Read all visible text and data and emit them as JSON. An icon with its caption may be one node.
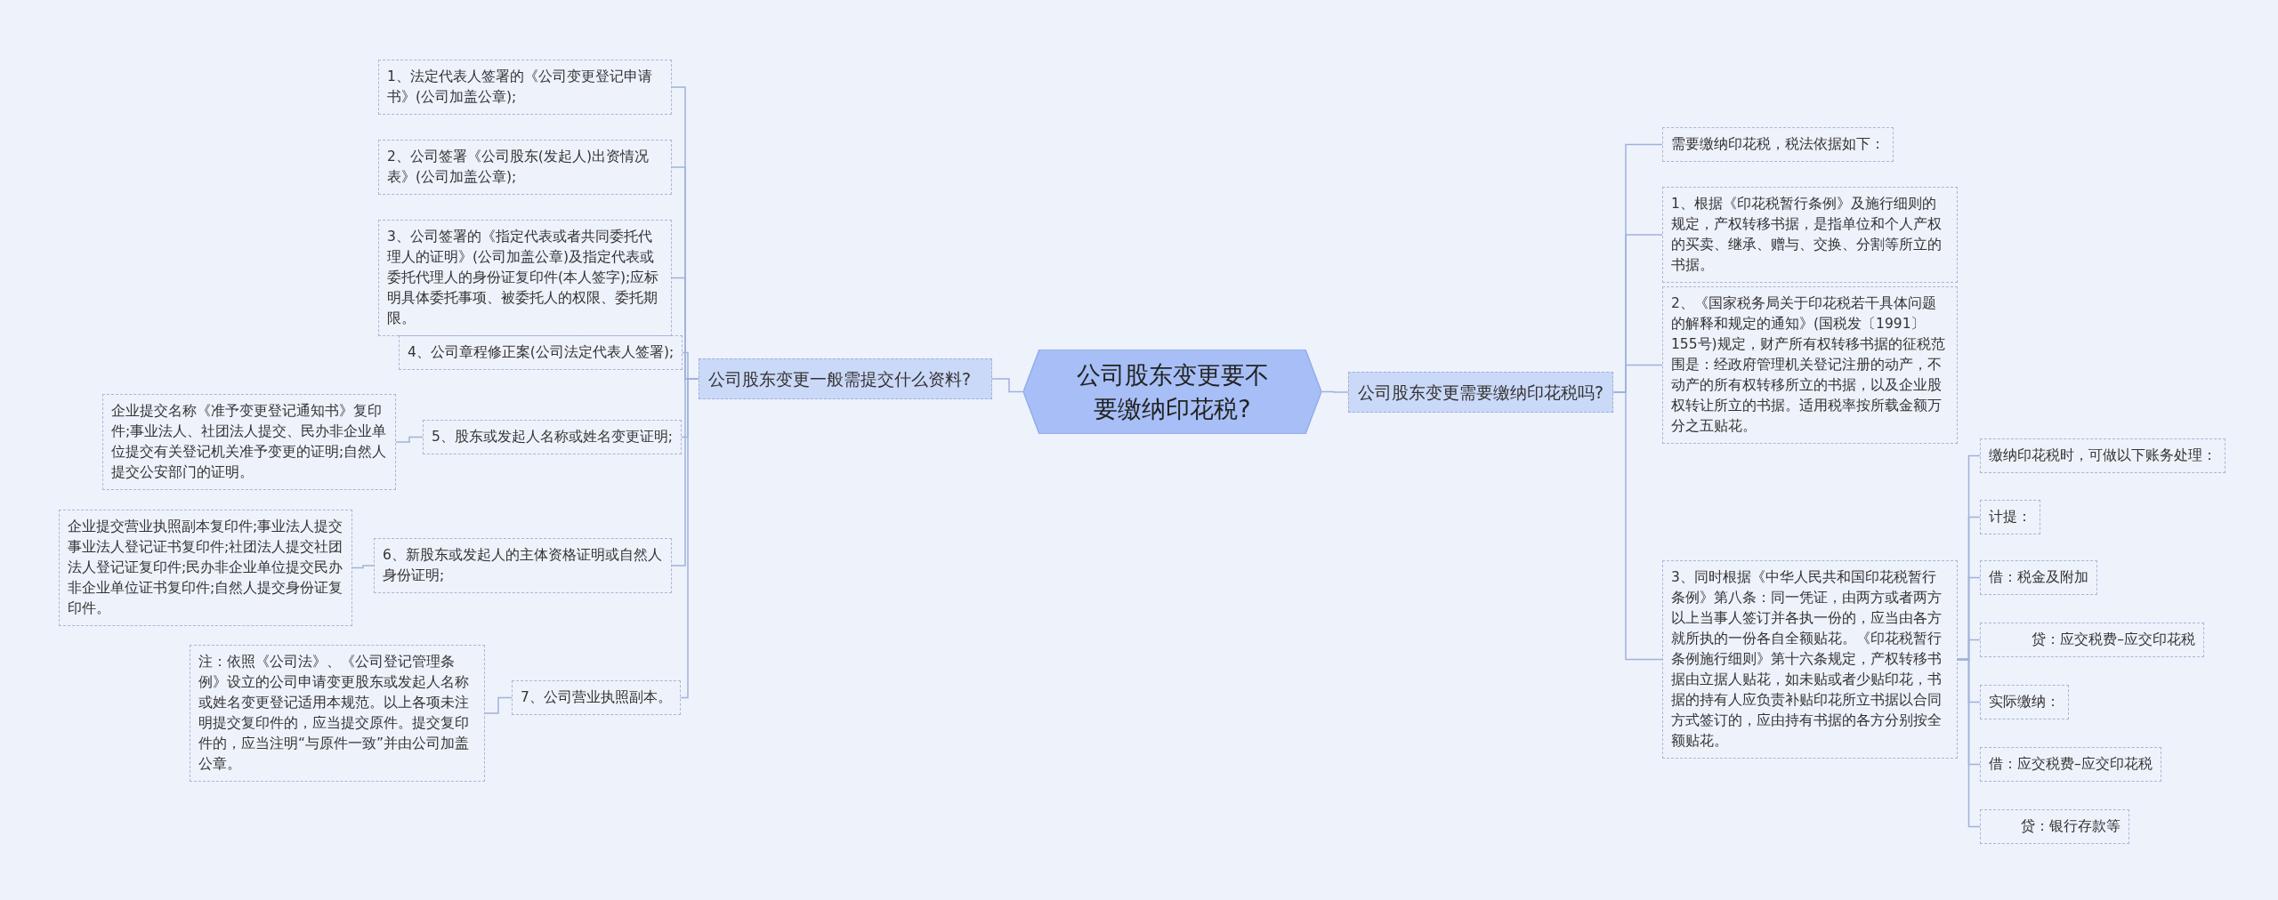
{
  "diagram": {
    "nodes": [
      {
        "text": [
          "公司股东变更要不要缴纳印花税?"
        ]
      },
      {
        "text": [
          "公司股东变更一般需提交什么资料?"
        ]
      },
      {
        "text": [
          "1、法定代表人签署的《公司变更登记申请书》(公司加盖公章);"
        ]
      },
      {
        "text": [
          "2、公司签署《公司股东(发起人)出资情况表》(公司加盖公章);"
        ]
      },
      {
        "text": [
          "3、公司签署的《指定代表或者共同委托代理人的证明》(公司加盖公章)及指定代表或委托代理人的身份证复印件(本人签字);应标明具体委托事项、被委托人的权限、委托期限。"
        ]
      },
      {
        "text": [
          "4、公司章程修正案(公司法定代表人签署);"
        ]
      },
      {
        "text": [
          "5、股东或发起人名称或姓名变更证明;"
        ]
      },
      {
        "text": [
          "6、新股东或发起人的主体资格证明或自然人身份证明;"
        ]
      },
      {
        "text": [
          "7、公司营业执照副本。"
        ]
      },
      {
        "text": [
          "企业提交名称《准予变更登记通知书》复印件;事业法人、社团法人提交、民办非企业单位提交有关登记机关准予变更的证明;自然人提交公安部门的证明。"
        ]
      },
      {
        "text": [
          "企业提交营业执照副本复印件;事业法人提交事业法人登记证书复印件;社团法人提交社团法人登记证复印件;民办非企业单位提交民办非企业单位证书复印件;自然人提交身份证复印件。"
        ]
      },
      {
        "text": [
          "注：依照《公司法》、《公司登记管理条例》设立的公司申请变更股东或发起人名称或姓名变更登记适用本规范。以上各项未注明提交复印件的，应当提交原件。提交复印件的，应当注明“与原件一致”并由公司加盖公章。"
        ]
      },
      {
        "text": [
          "公司股东变更需要缴纳印花税吗?"
        ]
      },
      {
        "text": [
          "需要缴纳印花税，税法依据如下："
        ]
      },
      {
        "text": [
          "1、根据《印花税暂行条例》及施行细则的规定，产权转移书据，是指单位和个人产权的买卖、继承、赠与、交换、分割等所立的书据。"
        ]
      },
      {
        "text": [
          "2、《国家税务局关于印花税若干具体问题的解释和规定的通知》(国税发〔1991〕155号)规定，财产所有权转移书据的征税范围是：经政府管理机关登记注册的动产，不动产的所有权转移所立的书据，以及企业股权转让所立的书据。适用税率按所载金额万分之五贴花。"
        ]
      },
      {
        "text": [
          "3、同时根据《中华人民共和国印花税暂行条例》第八条：同一凭证，由两方或者两方以上当事人签订并各执一份的，应当由各方就所执的一份各自全额贴花。《印花税暂行条例施行细则》第十六条规定，产权转移书据由立据人贴花，如未贴或者少贴印花，书据的持有人应负责补贴印花所立书据以合同方式签订的，应由持有书据的各方分别按全额贴花。"
        ]
      },
      {
        "text": [
          "缴纳印花税时，可做以下账务处理："
        ]
      },
      {
        "text": [
          "计提："
        ]
      },
      {
        "text": [
          "借：税金及附加"
        ]
      },
      {
        "text": [
          "贷：应交税费–应交印花税"
        ]
      },
      {
        "text": [
          "实际缴纳："
        ]
      },
      {
        "text": [
          "借：应交税费–应交印花税"
        ]
      },
      {
        "text": [
          "贷：银行存款等"
        ]
      }
    ],
    "edges": [
      {
        "from": 0,
        "to": 1,
        "arrow": "none"
      },
      {
        "from": 0,
        "to": 12,
        "arrow": "none"
      },
      {
        "from": 1,
        "to": 2,
        "arrow": "none"
      },
      {
        "from": 1,
        "to": 3,
        "arrow": "none"
      },
      {
        "from": 1,
        "to": 4,
        "arrow": "none"
      },
      {
        "from": 1,
        "to": 5,
        "arrow": "none"
      },
      {
        "from": 1,
        "to": 6,
        "arrow": "none"
      },
      {
        "from": 1,
        "to": 7,
        "arrow": "none"
      },
      {
        "from": 1,
        "to": 8,
        "arrow": "none"
      },
      {
        "from": 6,
        "to": 9,
        "arrow": "none"
      },
      {
        "from": 7,
        "to": 10,
        "arrow": "none"
      },
      {
        "from": 8,
        "to": 11,
        "arrow": "none"
      },
      {
        "from": 12,
        "to": 13,
        "arrow": "none"
      },
      {
        "from": 12,
        "to": 14,
        "arrow": "none"
      },
      {
        "from": 12,
        "to": 15,
        "arrow": "none"
      },
      {
        "from": 12,
        "to": 16,
        "arrow": "none"
      },
      {
        "from": 16,
        "to": 17,
        "arrow": "none"
      },
      {
        "from": 16,
        "to": 18,
        "arrow": "none"
      },
      {
        "from": 16,
        "to": 19,
        "arrow": "none"
      },
      {
        "from": 16,
        "to": 20,
        "arrow": "none"
      },
      {
        "from": 16,
        "to": 21,
        "arrow": "none"
      },
      {
        "from": 16,
        "to": 22,
        "arrow": "none"
      },
      {
        "from": 16,
        "to": 23,
        "arrow": "none"
      }
    ]
  }
}
